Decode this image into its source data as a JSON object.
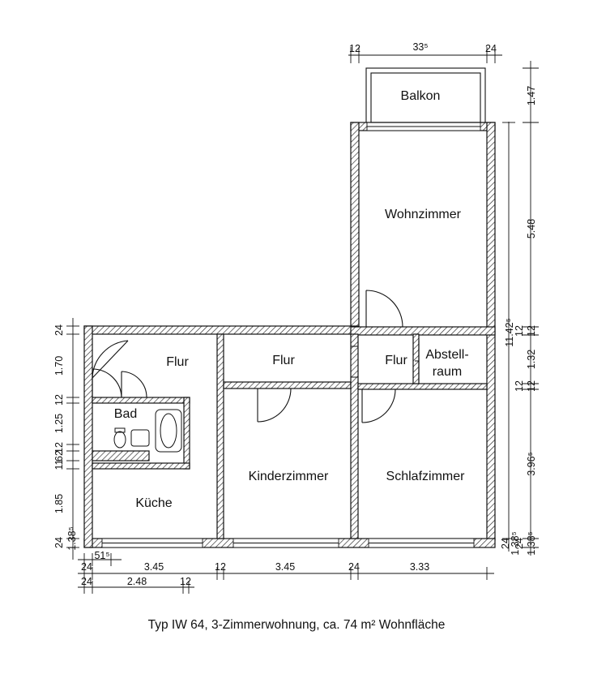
{
  "rooms": {
    "balkon": "Balkon",
    "wohnzimmer": "Wohnzimmer",
    "flur_left": "Flur",
    "flur_mid": "Flur",
    "flur_right": "Flur",
    "abstell_1": "Abstell-",
    "abstell_2": "raum",
    "bad": "Bad",
    "kueche": "Küche",
    "kinderzimmer": "Kinderzimmer",
    "schlafzimmer": "Schlafzimmer"
  },
  "dimensions": {
    "top": {
      "d1": "12",
      "d2": "33⁵",
      "d3": "24"
    },
    "right_inner": {
      "balkon": "1.47",
      "wohn": "5.48",
      "d12": "12",
      "d132": "1.32",
      "d12b": "12",
      "d396": "3.96⁵",
      "d24": "24",
      "d138": "1.38⁵"
    },
    "right_outer": {
      "total": "11.42⁵",
      "d12": "12",
      "d12b": "12",
      "d24": "24",
      "d138": "1.38⁵"
    },
    "left": {
      "d24a": "24",
      "d170": "1.70",
      "d12a": "12",
      "d125": "1.25",
      "d12b": "12",
      "d62": "62",
      "d11": "11",
      "d185": "1.85",
      "d24b": "24",
      "d138": "1.38⁵"
    },
    "bottom1": {
      "d24": "24",
      "d51": "51⁵"
    },
    "bottom2": {
      "d345a": "3.45",
      "d12": "12",
      "d345b": "3.45",
      "d24": "24",
      "d333": "3.33"
    },
    "bottom3": {
      "d24": "24",
      "d248": "2.48",
      "d12": "12"
    }
  },
  "caption": "Typ IW 64, 3-Zimmerwohnung, ca. 74 m² Wohnfläche"
}
